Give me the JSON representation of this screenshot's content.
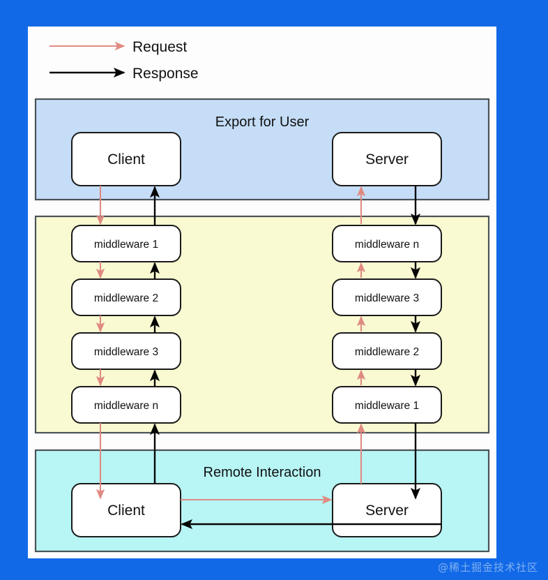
{
  "canvas": {
    "background_color": "#1269e8",
    "page_color": "#fdfdfd",
    "watermark": "@稀土掘金技术社区"
  },
  "legend": {
    "items": [
      {
        "label": "Request",
        "color": "#e08a82",
        "icon": "arrow-right-icon"
      },
      {
        "label": "Response",
        "color": "#050505",
        "icon": "arrow-right-icon"
      }
    ]
  },
  "sections": [
    {
      "id": "export-for-user",
      "title": "Export for User",
      "fill": "#c5ddf7",
      "nodes": [
        {
          "id": "client-top",
          "label": "Client",
          "column": "left"
        },
        {
          "id": "server-top",
          "label": "Server",
          "column": "right"
        }
      ]
    },
    {
      "id": "middleware-stack",
      "title": "",
      "fill": "#fafad2",
      "nodes": [
        {
          "id": "mw-left-1",
          "label": "middleware 1",
          "column": "left"
        },
        {
          "id": "mw-left-2",
          "label": "middleware 2",
          "column": "left"
        },
        {
          "id": "mw-left-3",
          "label": "middleware 3",
          "column": "left"
        },
        {
          "id": "mw-left-n",
          "label": "middleware n",
          "column": "left"
        },
        {
          "id": "mw-right-n",
          "label": "middleware n",
          "column": "right"
        },
        {
          "id": "mw-right-3",
          "label": "middleware 3",
          "column": "right"
        },
        {
          "id": "mw-right-2",
          "label": "middleware 2",
          "column": "right"
        },
        {
          "id": "mw-right-1",
          "label": "middleware 1",
          "column": "right"
        }
      ]
    },
    {
      "id": "remote-interaction",
      "title": "Remote Interaction",
      "fill": "#b8f5f5",
      "nodes": [
        {
          "id": "client-bottom",
          "label": "Client",
          "column": "left"
        },
        {
          "id": "server-bottom",
          "label": "Server",
          "column": "right"
        }
      ]
    }
  ],
  "flows": {
    "request_color": "#e08a82",
    "response_color": "#050505",
    "left_column_direction": {
      "request": "down",
      "response": "up"
    },
    "right_column_direction": {
      "request": "up",
      "response": "down"
    },
    "remote": {
      "request": "client-to-server",
      "response": "server-to-client"
    }
  }
}
